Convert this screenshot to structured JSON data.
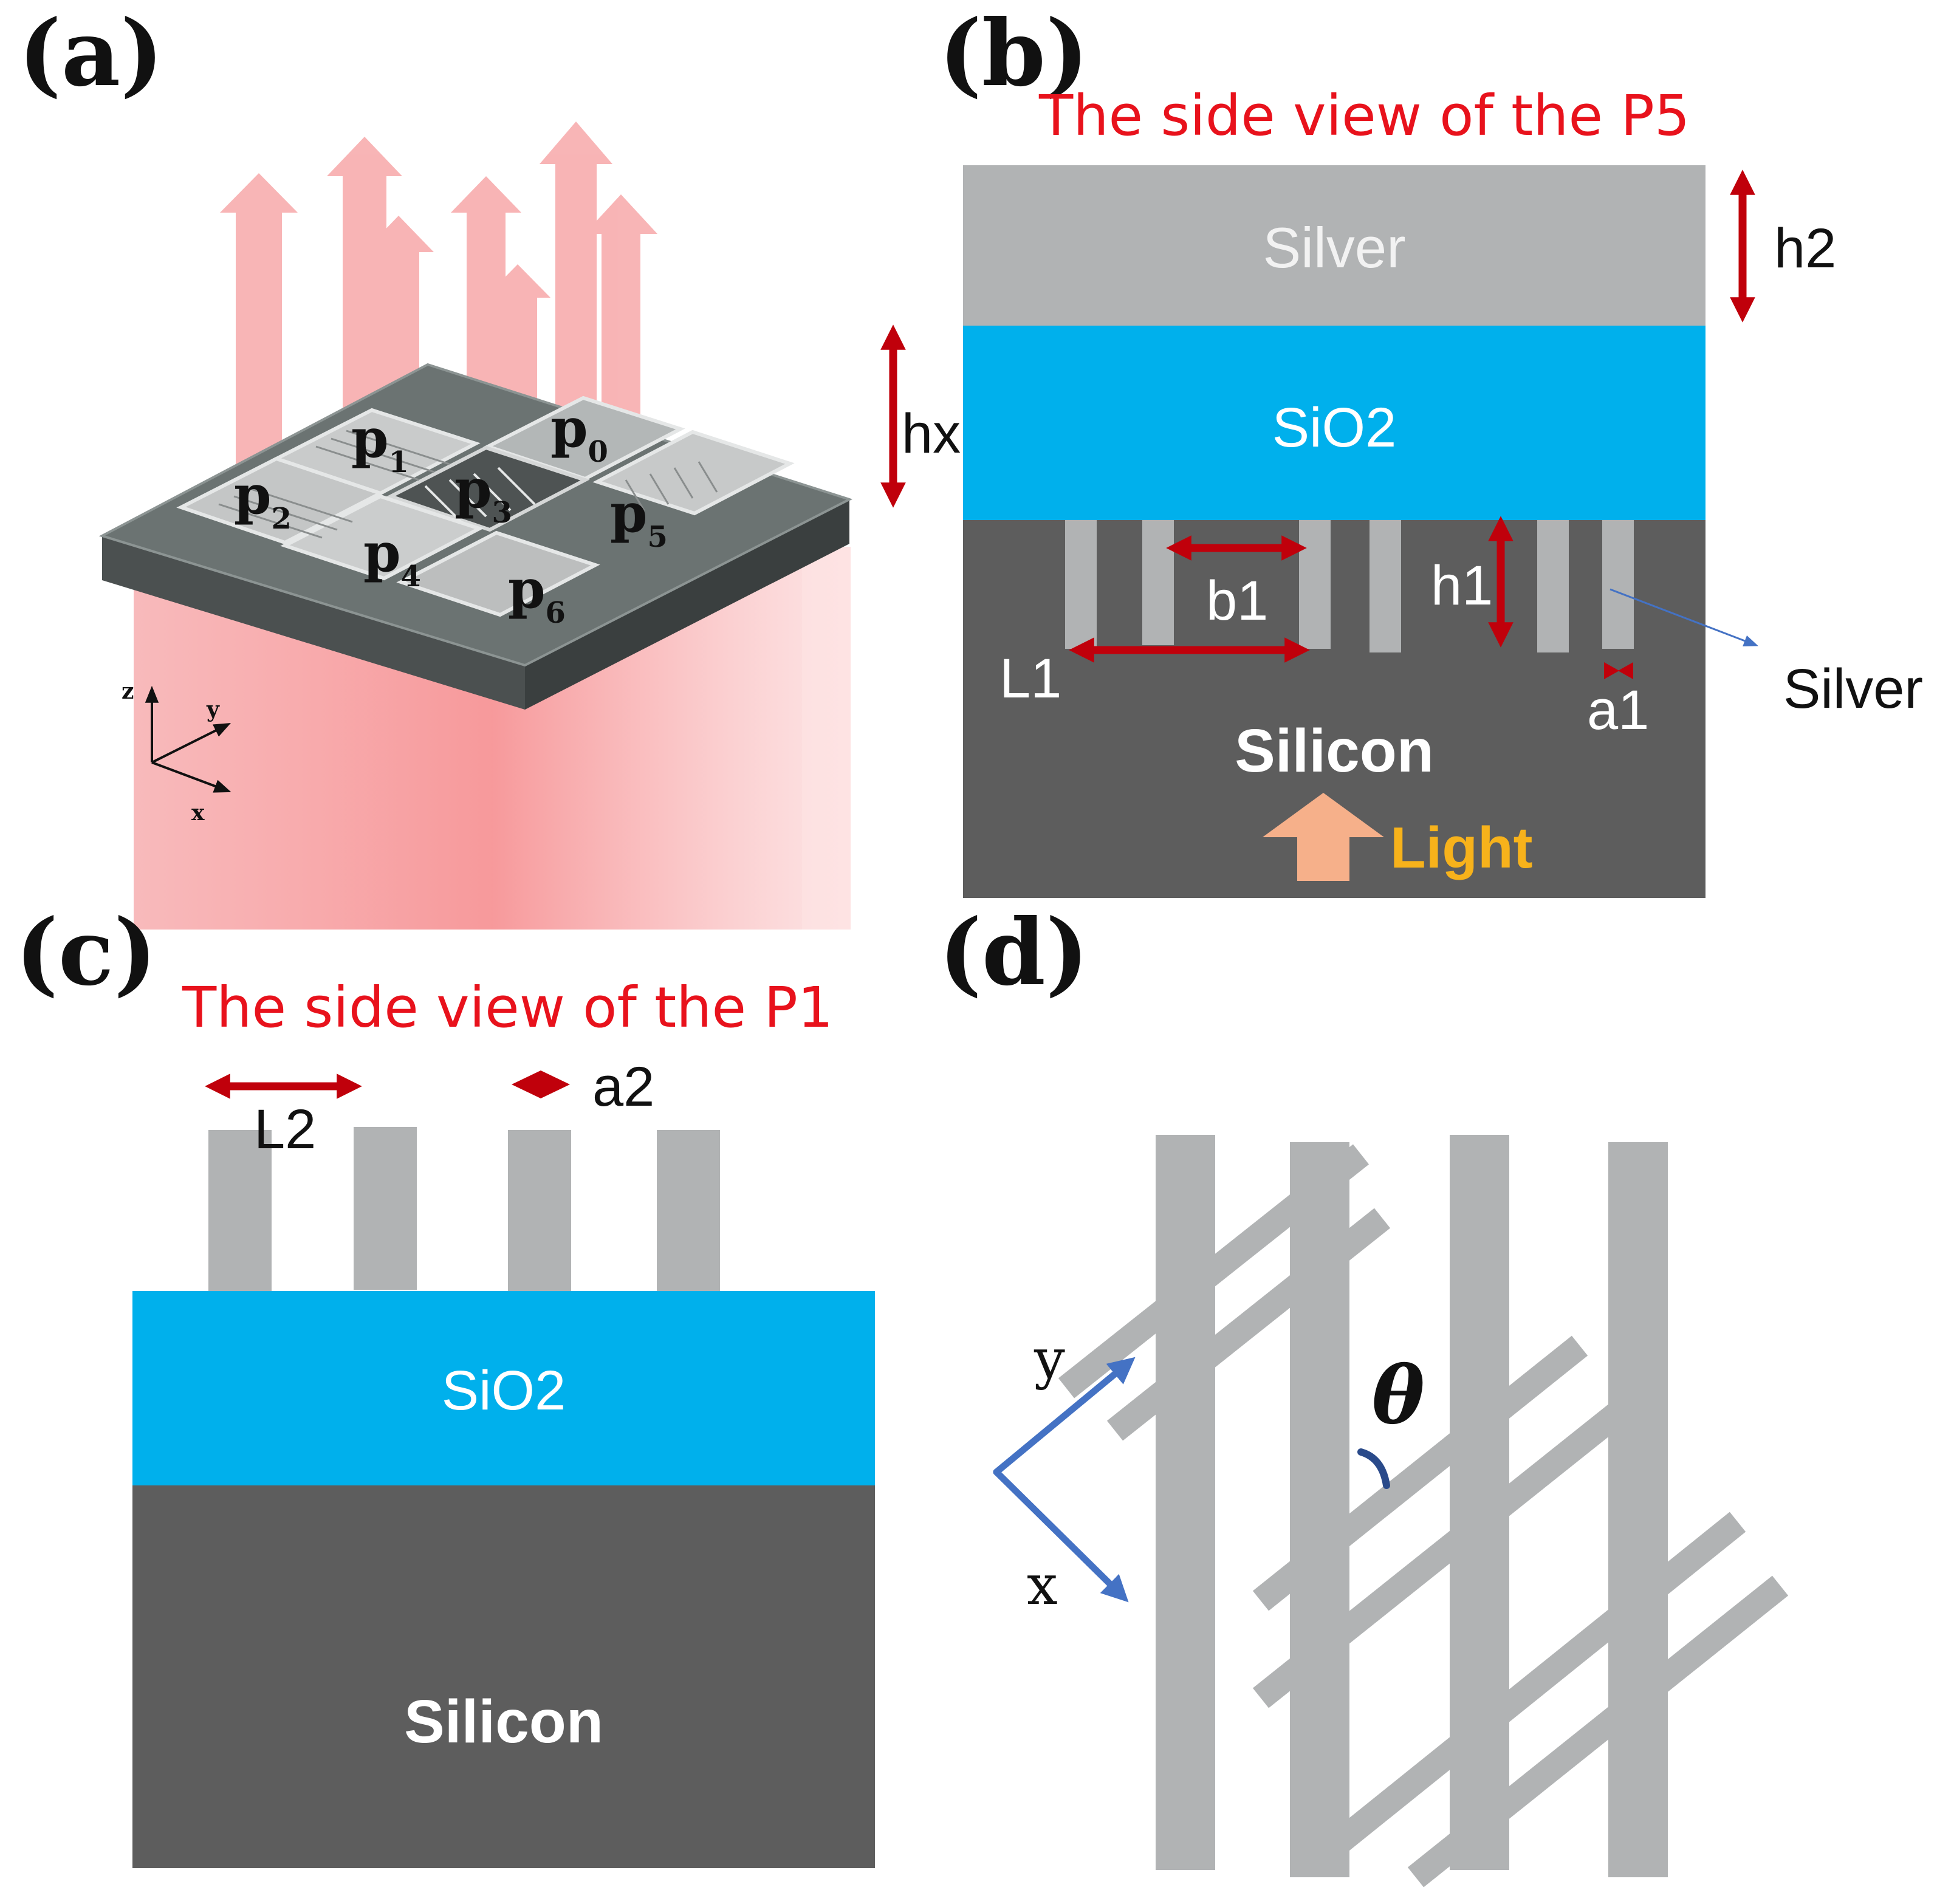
{
  "panels": {
    "a": {
      "label": "(a)",
      "pixels": [
        {
          "name": "p",
          "sub": "1"
        },
        {
          "name": "p",
          "sub": "0"
        },
        {
          "name": "p",
          "sub": "2"
        },
        {
          "name": "p",
          "sub": "3"
        },
        {
          "name": "p",
          "sub": "5"
        },
        {
          "name": "p",
          "sub": "4"
        },
        {
          "name": "p",
          "sub": "6"
        }
      ],
      "axes": {
        "z": "z",
        "y": "y",
        "x": "x"
      }
    },
    "b": {
      "label": "(b)",
      "title": "The side view of the P5",
      "layer_silver": "Silver",
      "layer_sio2": "SiO2",
      "layer_silicon": "Silicon",
      "light": "Light",
      "dims": {
        "h2": "h2",
        "hx": "hx",
        "b1": "b1",
        "h1": "h1",
        "L1": "L1",
        "a1": "a1"
      },
      "pointer_label": "Silver"
    },
    "c": {
      "label": "(c)",
      "title": "The side view of the P1",
      "layer_sio2": "SiO2",
      "layer_silicon": "Silicon",
      "dims": {
        "L2": "L2",
        "a2": "a2"
      }
    },
    "d": {
      "label": "(d)",
      "axes": {
        "y": "y",
        "x": "x"
      },
      "angle": "θ"
    }
  },
  "colors": {
    "silver": "#b1b3b4",
    "sio2": "#00b0ec",
    "silicon": "#5d5d5d",
    "dimension_arrow": "#c0000b",
    "title_red": "#e8121c",
    "light_arrow": "#f6b08a",
    "light_text": "#f7b21b",
    "axis_blue": "#4472c4"
  }
}
